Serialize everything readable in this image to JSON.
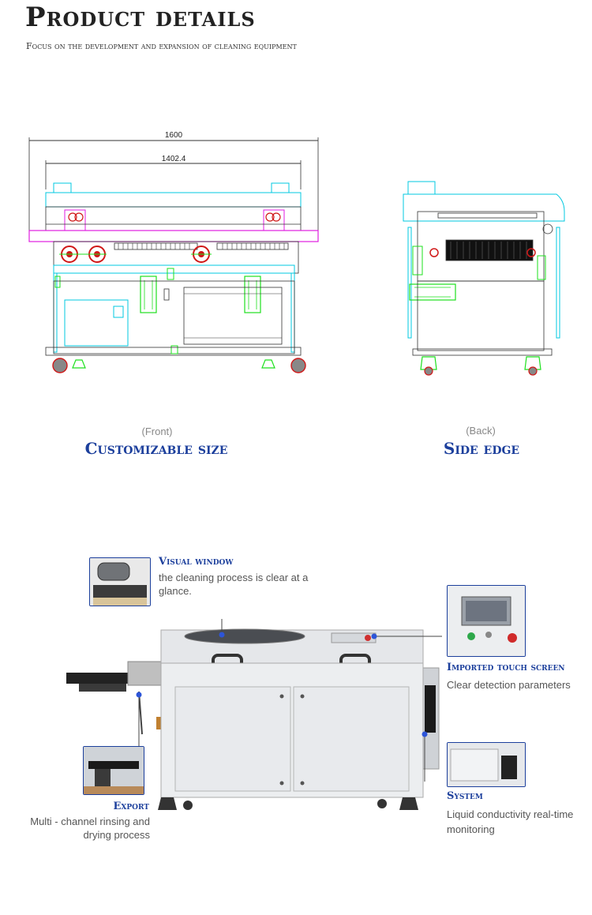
{
  "header": {
    "title": "Product details",
    "subtitle": "Focus on the development and expansion of cleaning equipment"
  },
  "drawings": {
    "front": {
      "dim_total": "1600",
      "dim_inner": "1402.4",
      "view_label": "(Front)",
      "caption": "Customizable size"
    },
    "side": {
      "view_label": "(Back)",
      "caption": "Side edge"
    }
  },
  "callouts": {
    "visual_window": {
      "title": "Visual window",
      "text": "the cleaning process is clear at a glance."
    },
    "touch_screen": {
      "title": "Imported touch screen",
      "text": "Clear detection parameters"
    },
    "export": {
      "title": "Export",
      "text": "Multi - channel rinsing and drying process"
    },
    "system": {
      "title": "System",
      "text": "Liquid conductivity real-time monitoring"
    }
  },
  "colors": {
    "accent": "#1c3f9c",
    "cyan": "#00c8e0",
    "magenta": "#e01ee0",
    "green": "#1ee01e",
    "red": "#d01818"
  }
}
